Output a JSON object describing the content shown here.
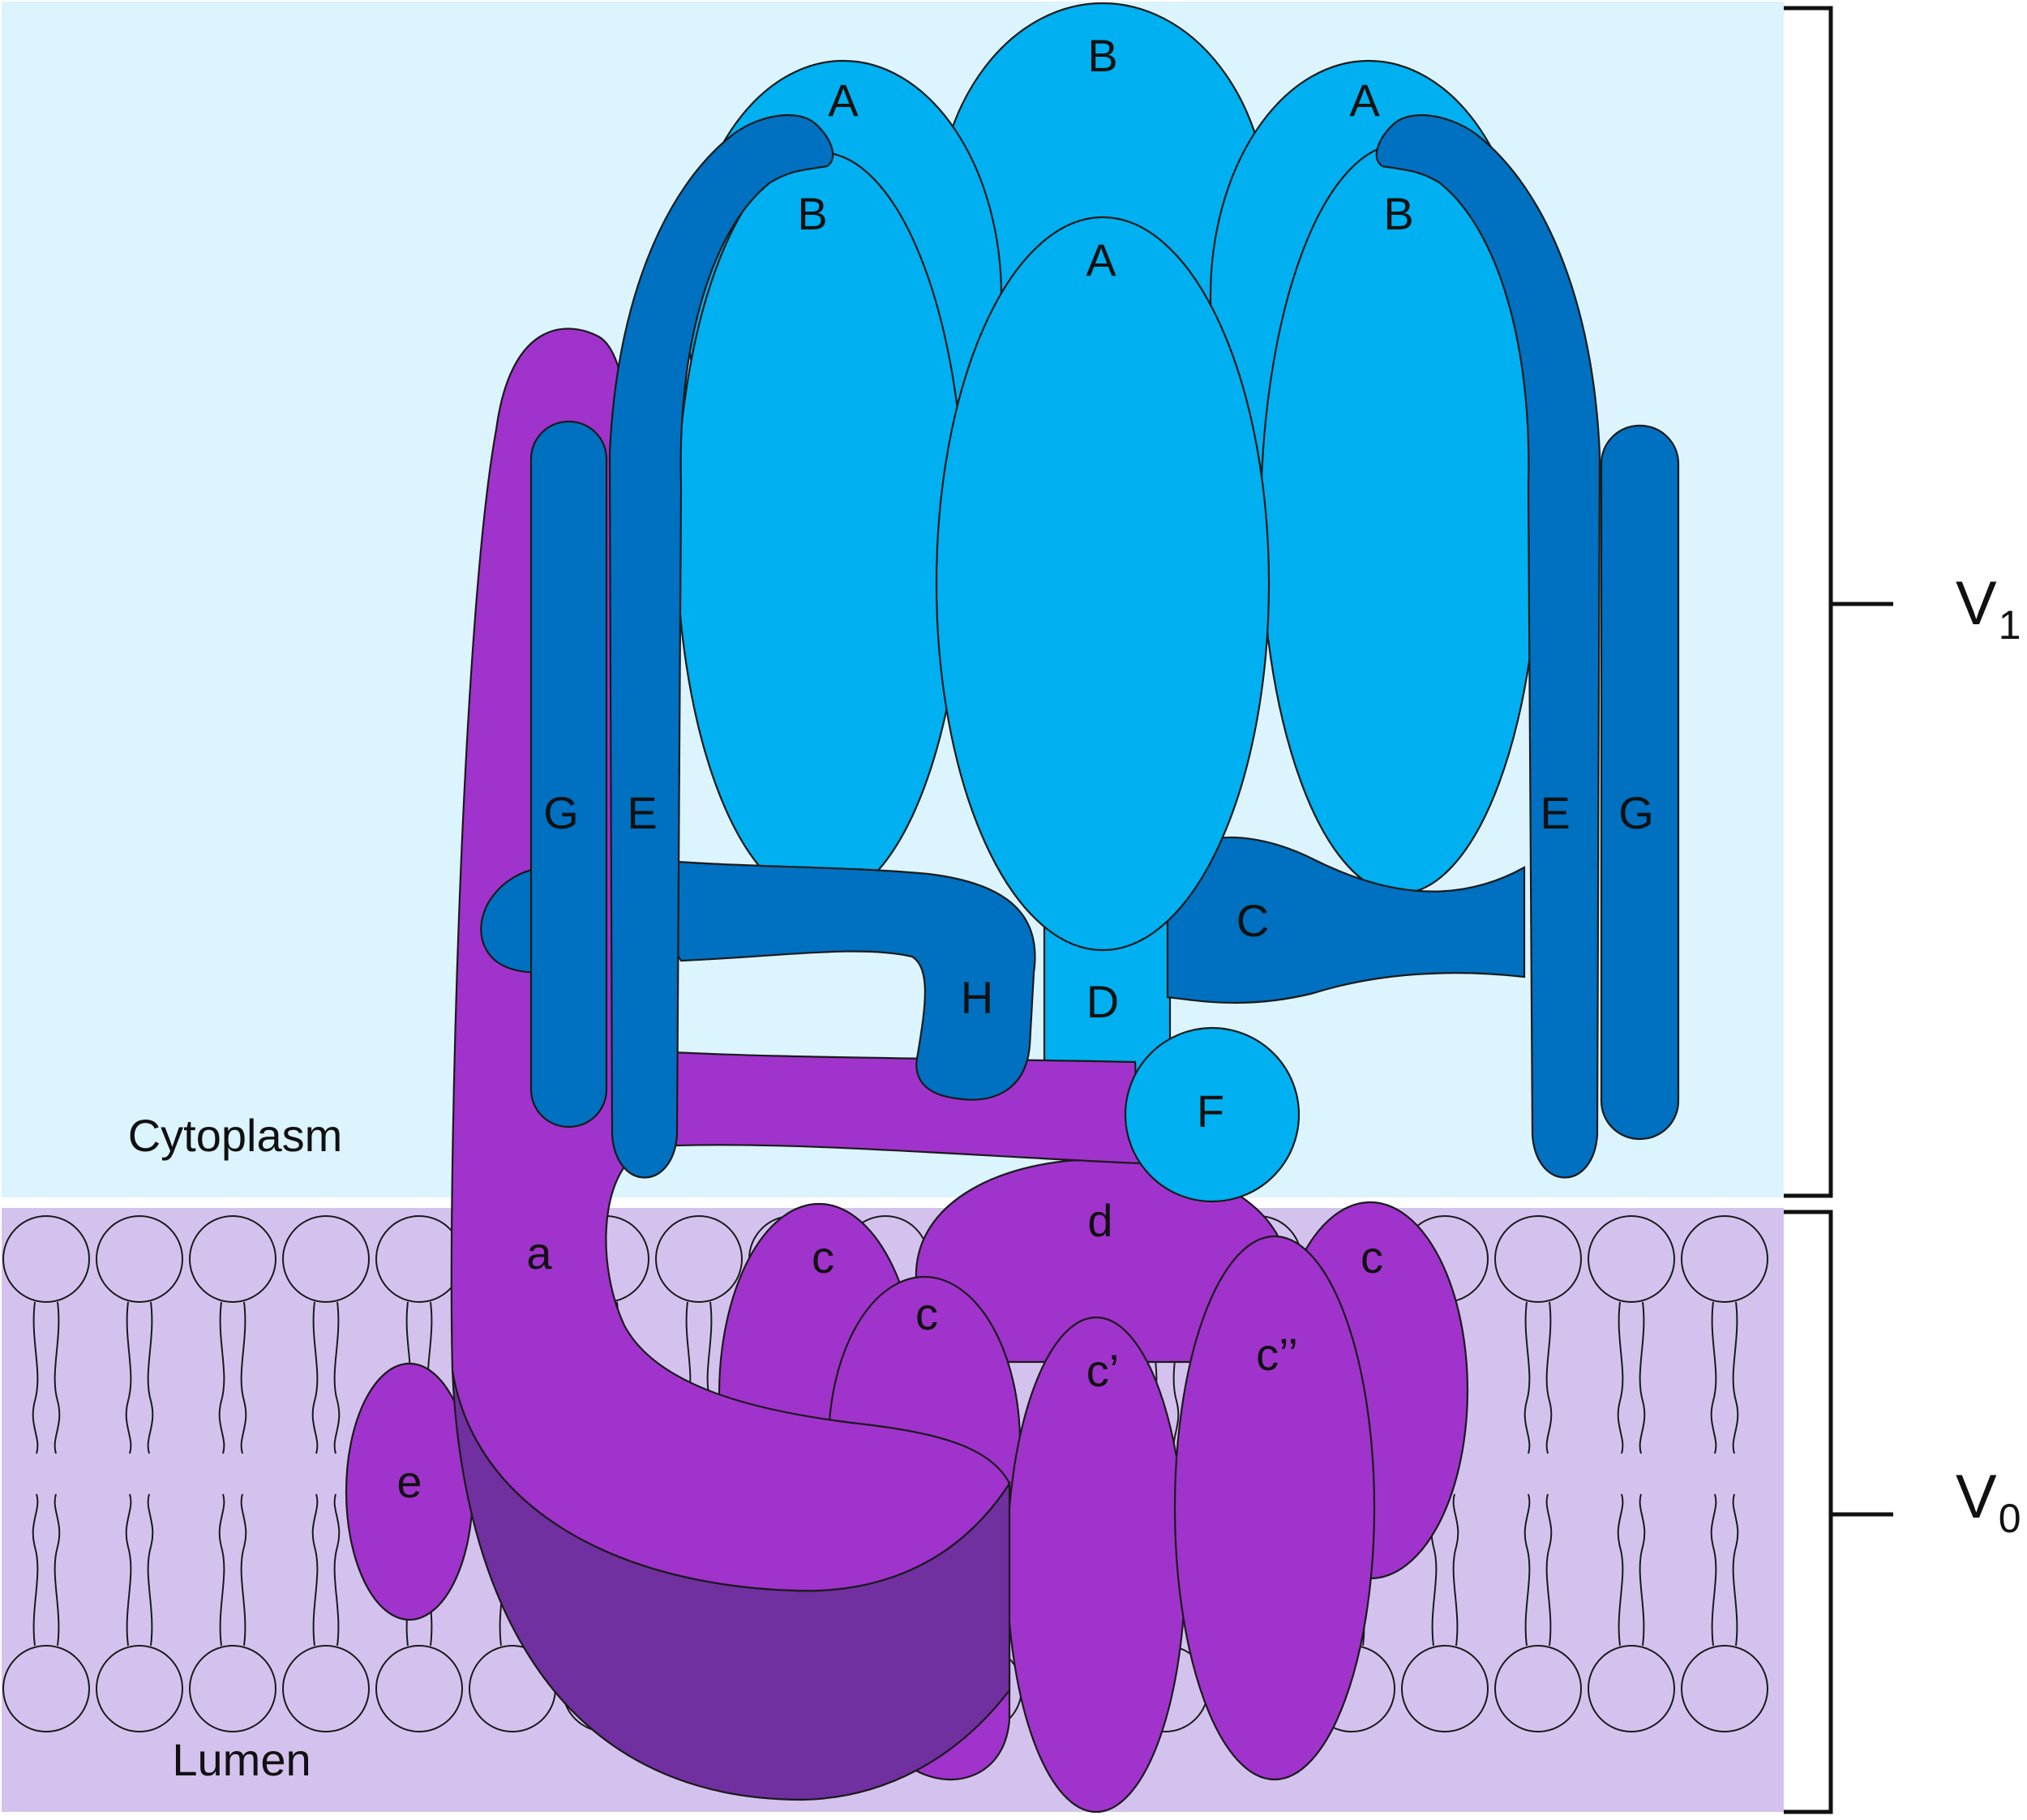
{
  "regions": {
    "cytoplasm_label": "Cytoplasm",
    "lumen_label": "Lumen"
  },
  "brackets": {
    "v1_label": "V",
    "v1_subscript": "1",
    "v0_label": "V",
    "v0_subscript": "0"
  },
  "subunits": {
    "v1": {
      "B_top": "B",
      "A_left": "A",
      "A_right": "A",
      "B_left": "B",
      "B_right": "B",
      "A_center": "A",
      "G_left": "G",
      "E_left": "E",
      "E_right": "E",
      "G_right": "G",
      "C": "C",
      "H": "H",
      "D": "D",
      "F": "F"
    },
    "v0": {
      "d": "d",
      "a": "a",
      "c_1": "c",
      "c_2": "c",
      "c_3": "c",
      "c_prime": "c’",
      "c_double_prime": "c’’",
      "e": "e"
    }
  },
  "colors": {
    "cytoplasm_bg": "#dbf4fd",
    "membrane_bg": "#d4c2ee",
    "subunit_light_blue": "#00b0f0",
    "subunit_dark_blue": "#0070c0",
    "subunit_purple": "#a033cc",
    "subunit_dark_purple": "#7030a0"
  }
}
